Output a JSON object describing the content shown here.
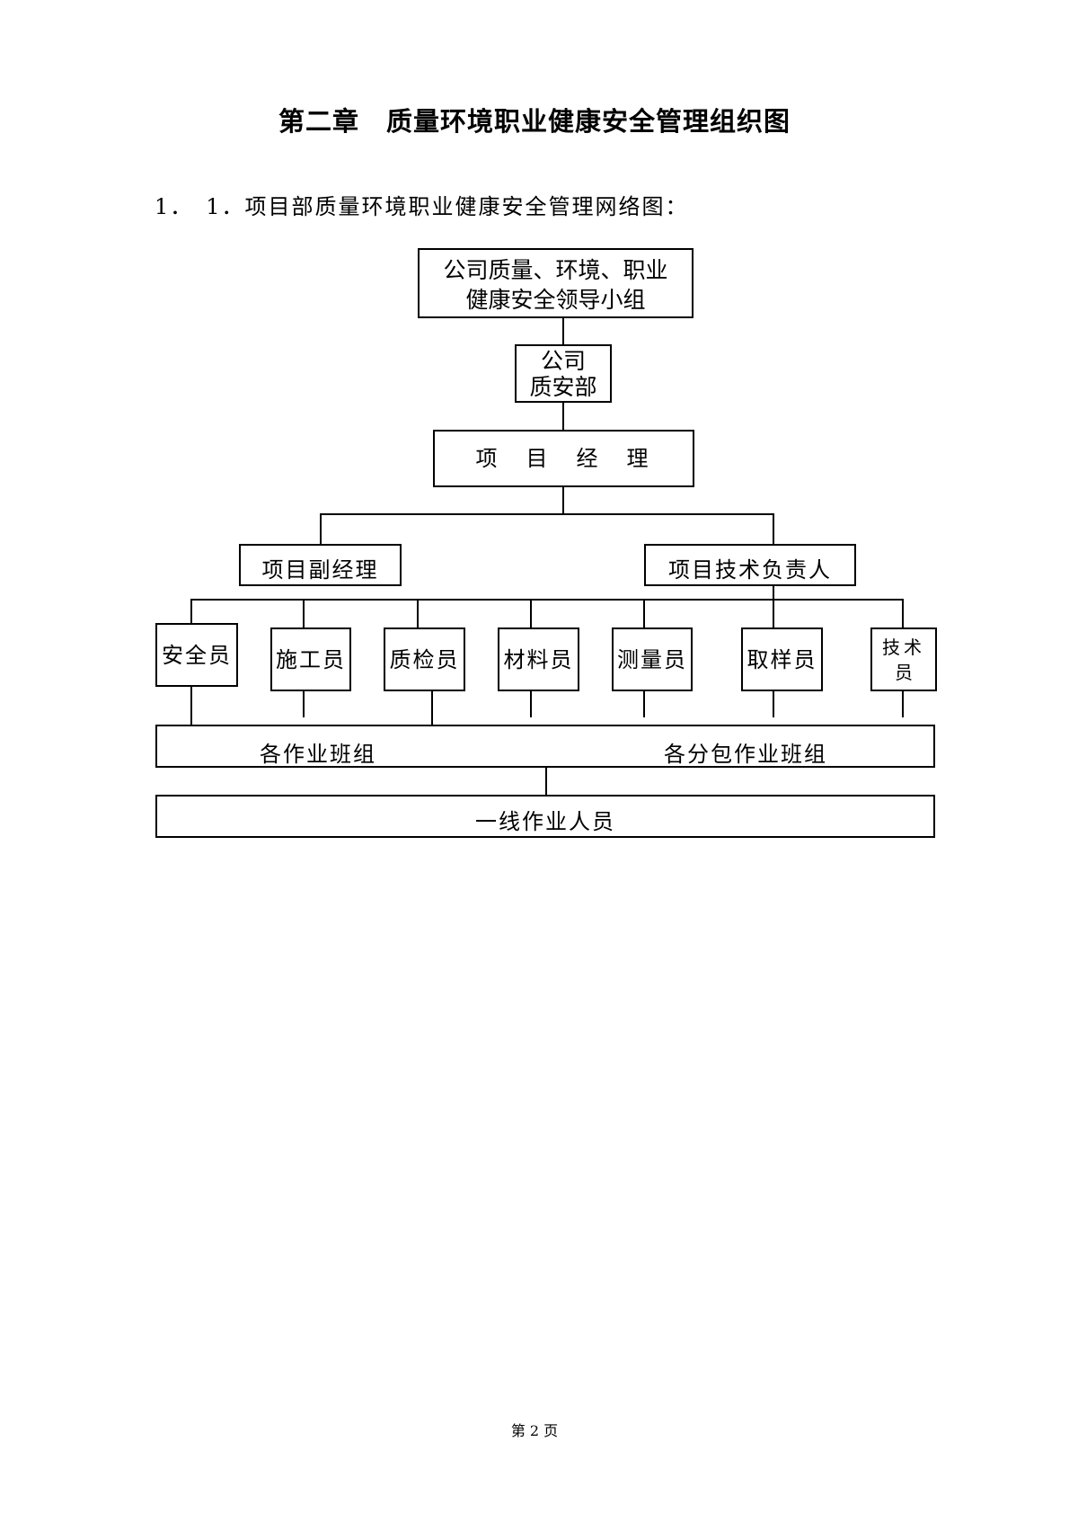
{
  "document": {
    "title": "第二章　质量环境职业健康安全管理组织图",
    "section_heading": "1．　1．项目部质量环境职业健康安全管理网络图："
  },
  "org_chart": {
    "leading_group": "公司质量、环境、职业健康安全领导小组",
    "qa_dept_line1": "公司",
    "qa_dept_line2": "质安部",
    "project_manager": "项　目　经　理",
    "deputy_manager": "项目副经理",
    "technical_lead": "项目技术负责人",
    "staff": {
      "safety": "安全员",
      "construction": "施工员",
      "quality": "质检员",
      "materials": "材料员",
      "survey": "测量员",
      "sampling": "取样员",
      "technical_line1": "技术",
      "technical_line2": "员"
    },
    "teams_left": "各作业班组",
    "teams_right": "各分包作业班组",
    "frontline": "一线作业人员"
  },
  "footer": {
    "page": "第 2 页"
  }
}
